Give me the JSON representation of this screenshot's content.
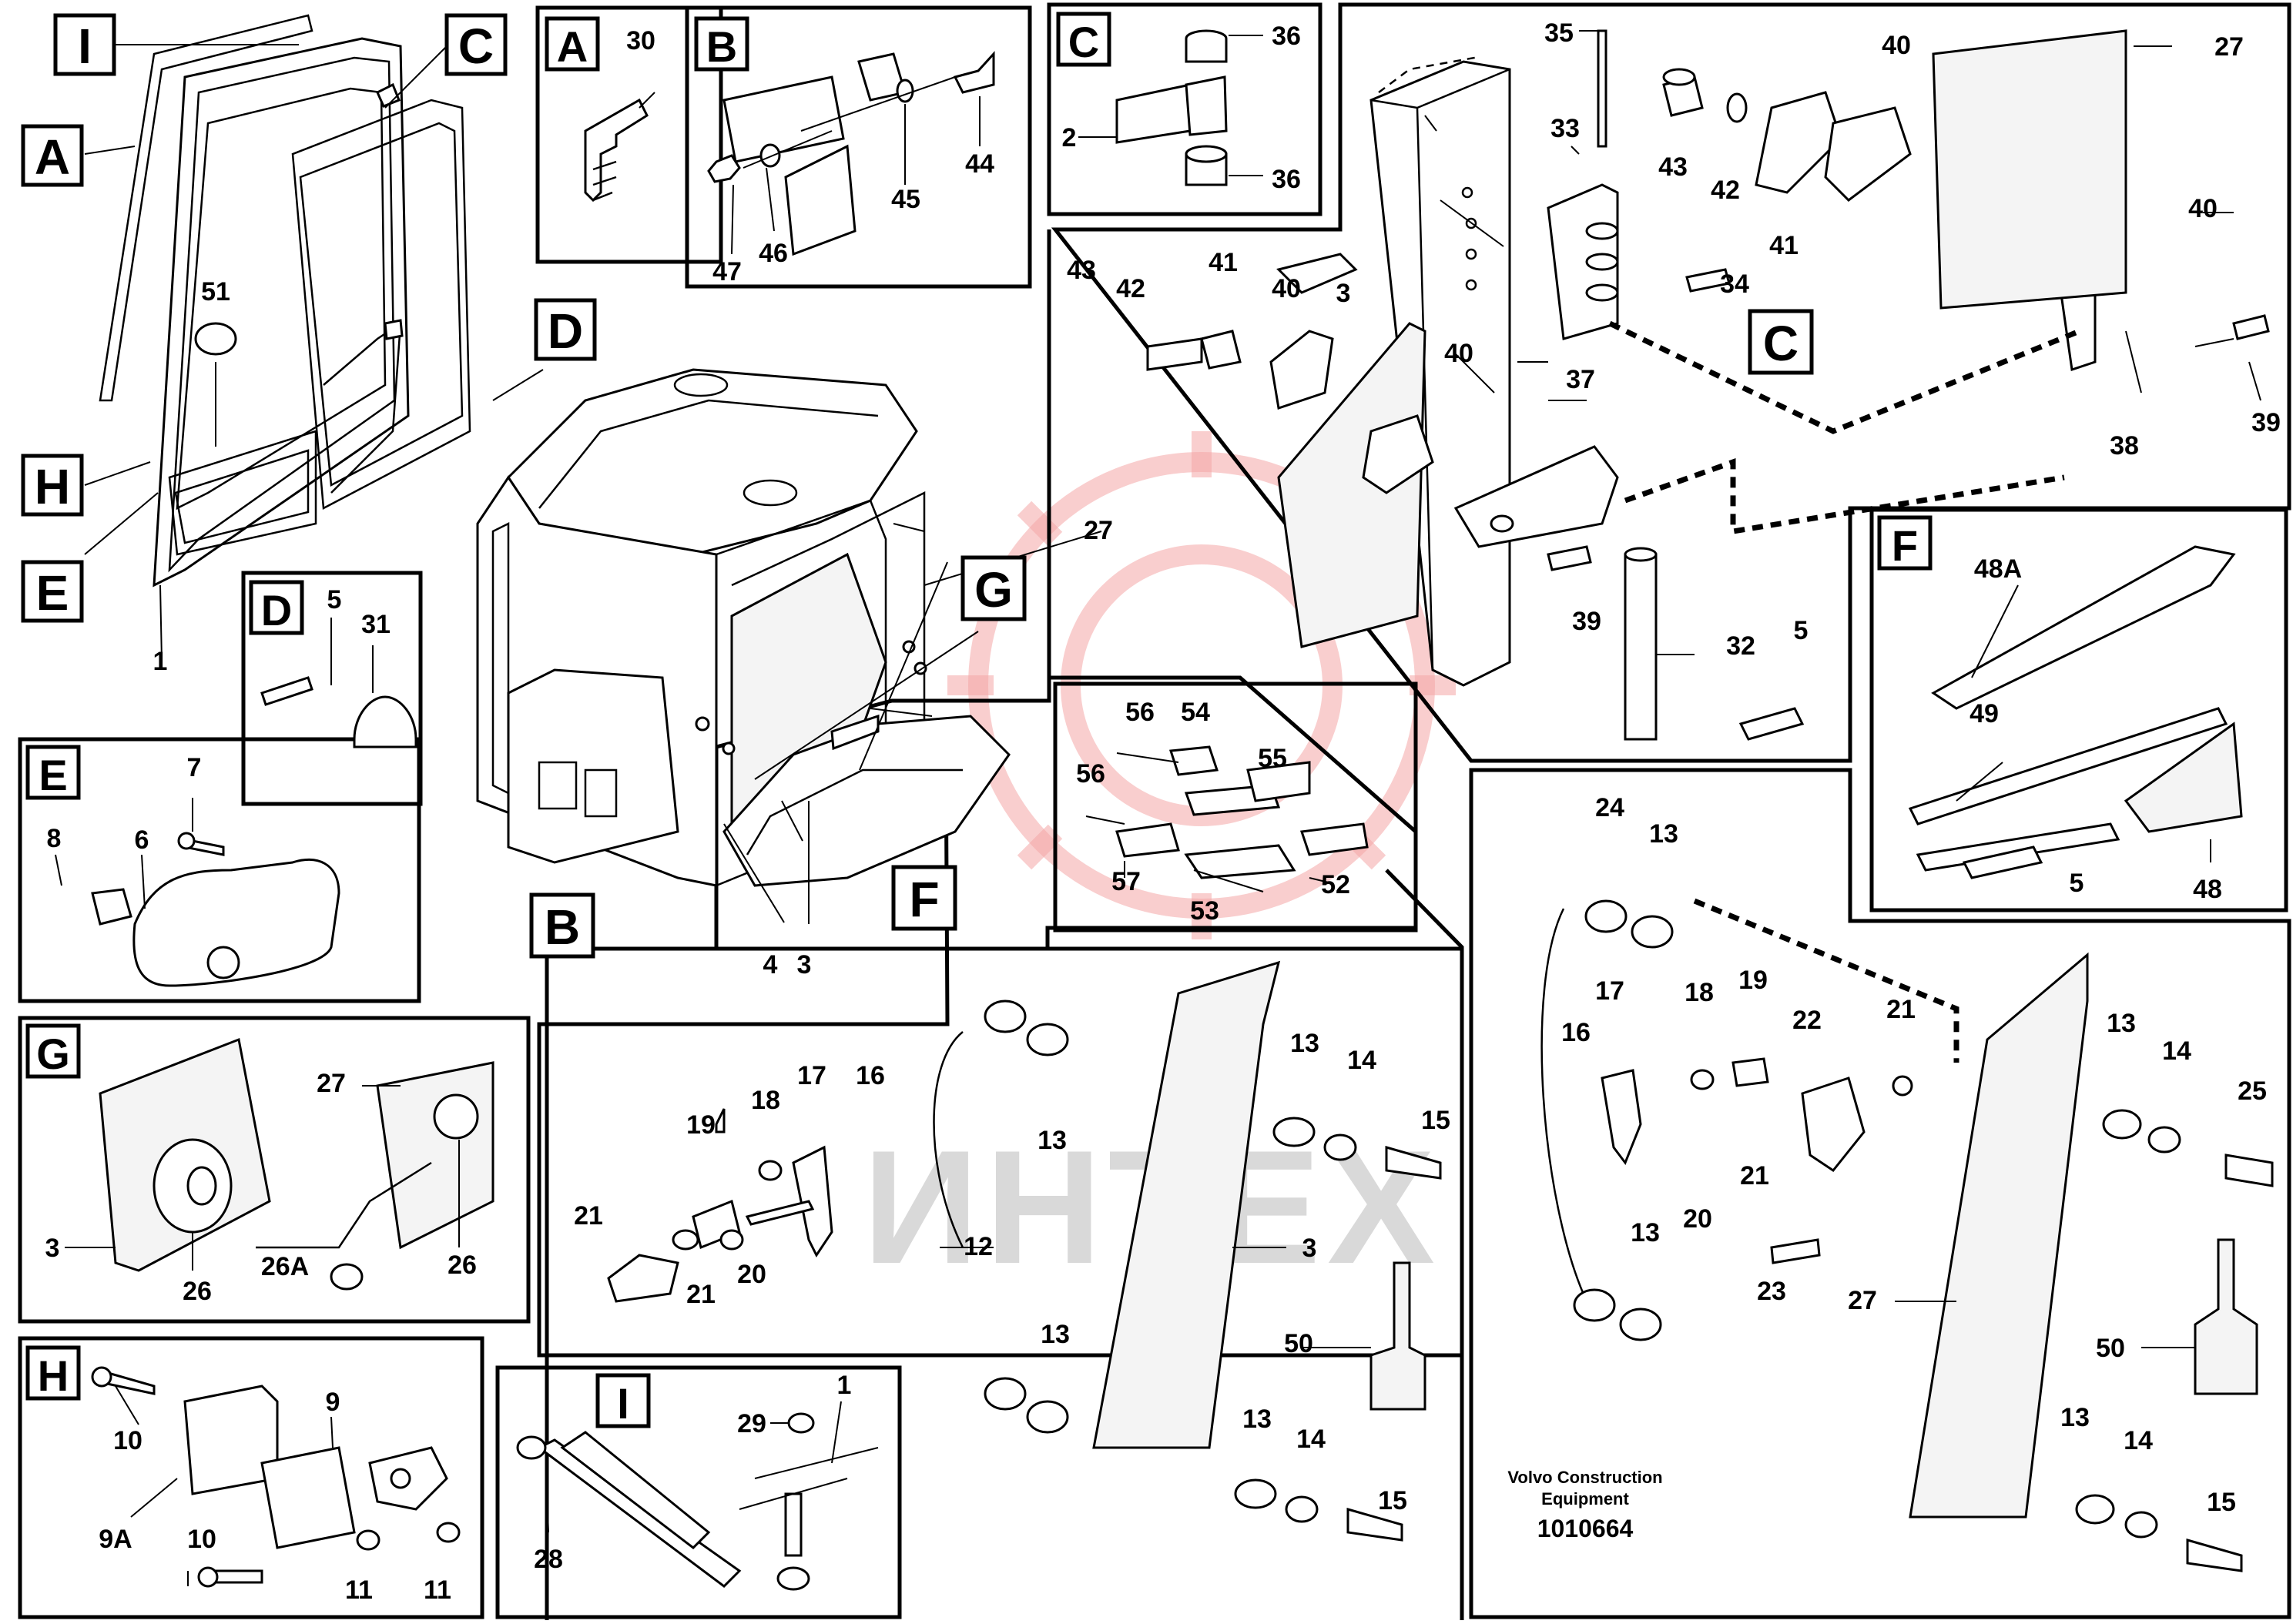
{
  "detail_tags": {
    "I": "I",
    "C": "C",
    "A": "A",
    "H": "H",
    "E": "E",
    "D": "D",
    "B": "B",
    "G": "G",
    "F": "F"
  },
  "part_numbers": {
    "n1": "1",
    "n2": "2",
    "n3": "3",
    "n4": "4",
    "n5": "5",
    "n6": "6",
    "n7": "7",
    "n8": "8",
    "n9": "9",
    "n9A": "9A",
    "n10": "10",
    "n11": "11",
    "n12": "12",
    "n13": "13",
    "n14": "14",
    "n15": "15",
    "n16": "16",
    "n17": "17",
    "n18": "18",
    "n19": "19",
    "n20": "20",
    "n21": "21",
    "n22": "22",
    "n23": "23",
    "n24": "24",
    "n25": "25",
    "n26": "26",
    "n26A": "26A",
    "n27": "27",
    "n28": "28",
    "n29": "29",
    "n30": "30",
    "n31": "31",
    "n32": "32",
    "n33": "33",
    "n34": "34",
    "n35": "35",
    "n36": "36",
    "n37": "37",
    "n38": "38",
    "n39": "39",
    "n40": "40",
    "n41": "41",
    "n42": "42",
    "n43": "43",
    "n44": "44",
    "n45": "45",
    "n46": "46",
    "n47": "47",
    "n48": "48",
    "n48A": "48A",
    "n49": "49",
    "n50": "50",
    "n51": "51",
    "n52": "52",
    "n53": "53",
    "n54": "54",
    "n55": "55",
    "n56": "56",
    "n57": "57"
  },
  "watermark": {
    "text": "ИНТЕХ",
    "color": "#e84a4a"
  },
  "footer": {
    "company_line1": "Volvo Construction",
    "company_line2": "Equipment",
    "drawing_number": "1010664"
  },
  "colors": {
    "line": "#000000",
    "background": "#ffffff",
    "watermark_gear": "#f4a6a6"
  }
}
